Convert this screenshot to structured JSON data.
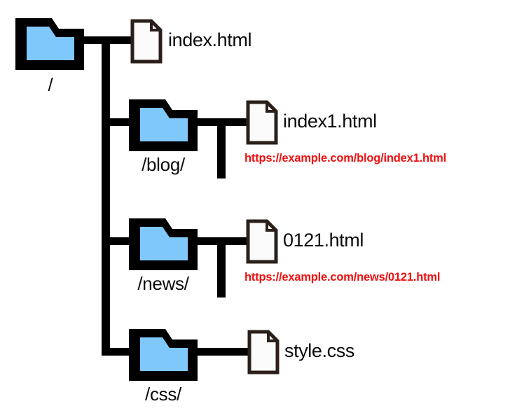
{
  "diagram": {
    "type": "site-directory-tree",
    "colors": {
      "connector": "#000000",
      "folder_outline": "#000000",
      "folder_fill": "#7fc8fc",
      "file_outline": "#2b1f1a",
      "file_fill": "#fbfbfb",
      "label_text": "#0b0b0b",
      "url_text": "#ee1010",
      "background": "#ffffff"
    },
    "root": {
      "icon": "folder-icon",
      "label": "/"
    },
    "branches": [
      {
        "kind": "file",
        "icon": "file-icon",
        "label": "index.html",
        "url": null
      },
      {
        "kind": "folder",
        "icon": "folder-icon",
        "label": "/blog/",
        "child": {
          "icon": "file-icon",
          "label": "index1.html",
          "url": "https://example.com/blog/index1.html"
        }
      },
      {
        "kind": "folder",
        "icon": "folder-icon",
        "label": "/news/",
        "child": {
          "icon": "file-icon",
          "label": "0121.html",
          "url": "https://example.com/news/0121.html"
        }
      },
      {
        "kind": "folder",
        "icon": "folder-icon",
        "label": "/css/",
        "child": {
          "icon": "file-icon",
          "label": "style.css",
          "url": null
        }
      }
    ]
  }
}
